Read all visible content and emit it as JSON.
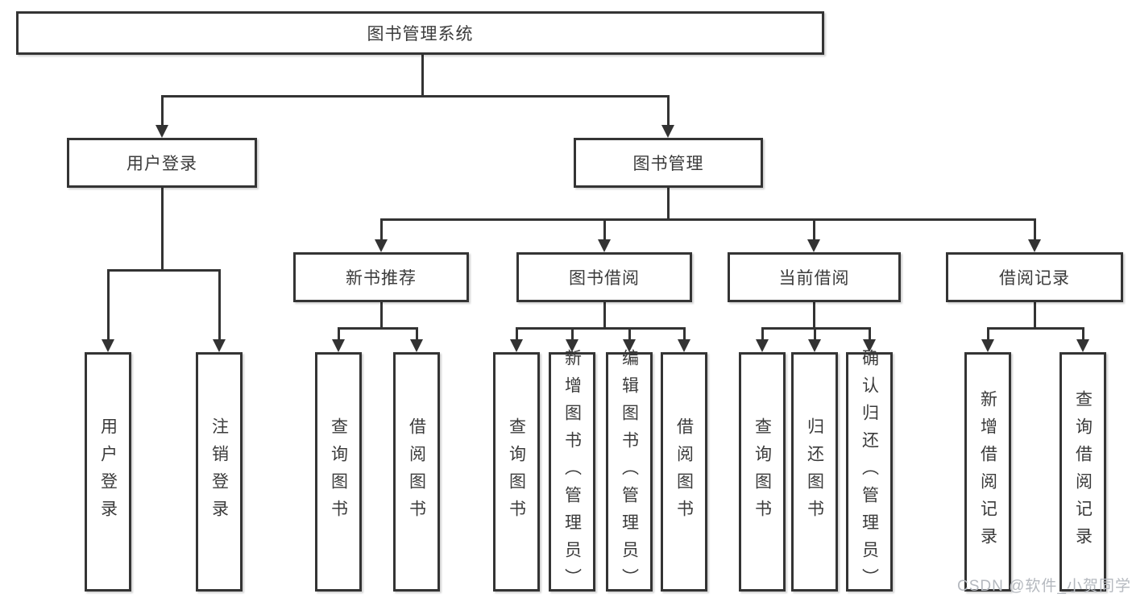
{
  "diagram": {
    "root": {
      "label": "图书管理系统"
    },
    "level2": [
      {
        "label": "用户登录"
      },
      {
        "label": "图书管理"
      }
    ],
    "level3": [
      {
        "label": "新书推荐"
      },
      {
        "label": "图书借阅"
      },
      {
        "label": "当前借阅"
      },
      {
        "label": "借阅记录"
      }
    ],
    "leaves": {
      "user_login": [
        "用户登录",
        "注销登录"
      ],
      "new_books": [
        "查询图书",
        "借阅图书"
      ],
      "book_borrow": [
        "查询图书",
        "新增图书（管理员）",
        "编辑图书（管理员）",
        "借阅图书"
      ],
      "current_borrow": [
        "查询图书",
        "归还图书",
        "确认归还（管理员）"
      ],
      "borrow_records": [
        "新增借阅记录",
        "查询借阅记录"
      ]
    }
  },
  "watermark": "CSDN @软件_小贺同学",
  "colors": {
    "line": "#333333",
    "border": "#343434",
    "text": "#3b3b3b",
    "watermark": "#b5b9bf",
    "background": "#ffffff"
  }
}
